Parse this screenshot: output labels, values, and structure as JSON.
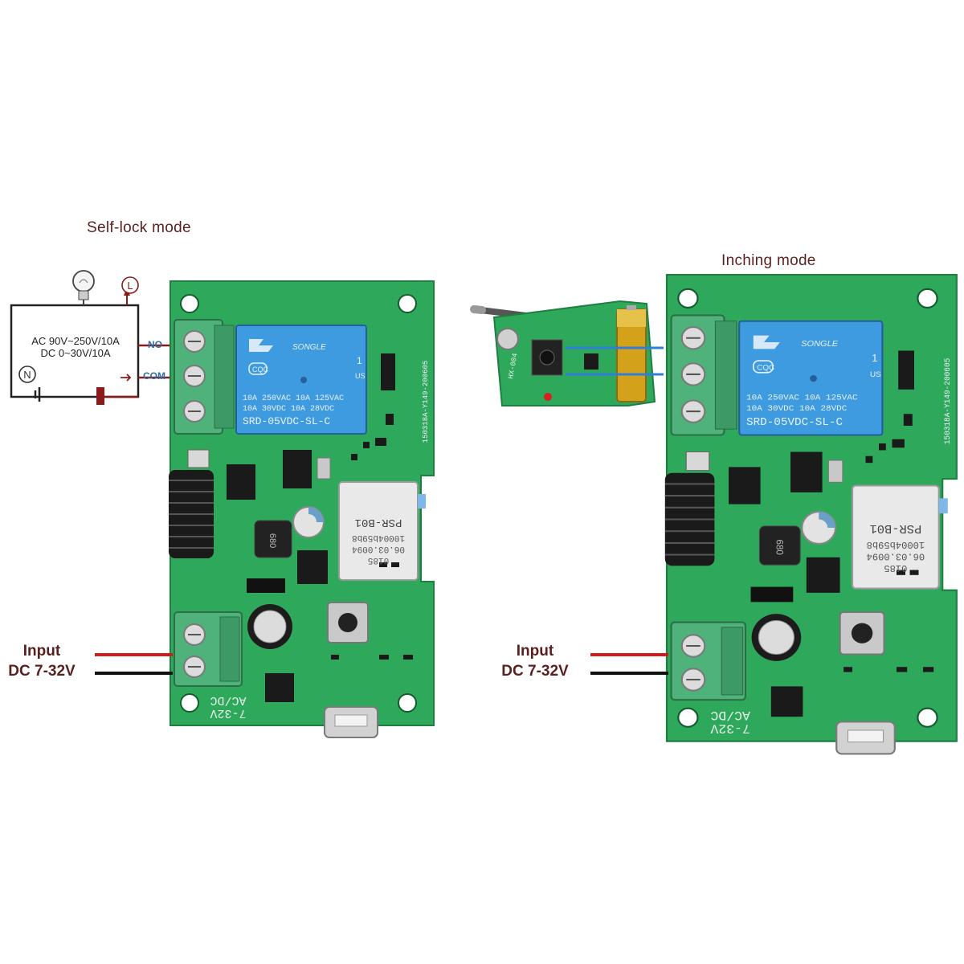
{
  "captions": {
    "left_mode": "Self-lock mode",
    "right_mode": "Inching mode"
  },
  "wiring": {
    "rating_ac": "AC 90V~250V/10A",
    "rating_dc": "DC 0~30V/10A",
    "live_symbol": "L",
    "neutral_symbol": "N",
    "no_label": "NO",
    "com_label": "COM"
  },
  "input": {
    "line1": "Input",
    "line2": "DC 7-32V"
  },
  "board": {
    "relay_brand": "SONGLE",
    "relay_cqc": "CQC",
    "relay_line1": "10A 250VAC  10A 125VAC",
    "relay_line2": "10A 30VDC  10A 28VDC",
    "relay_model": "SRD-05VDC-SL-C",
    "relay_num": "1",
    "relay_ul": "US",
    "module_line1": "0185",
    "module_line2": "06.03.0094",
    "module_line3": "10004b59b8",
    "module_line4": "PSR-B01",
    "silkscreen_voltage": "7-32V",
    "silkscreen_acdc": "AC/DC",
    "side_code": "150318A-Y149-200605",
    "inductor_code": "680"
  },
  "remote": {
    "label": "HX-004"
  },
  "colors": {
    "pcb_green": "#2ea85a",
    "terminal_green": "#4fb27a",
    "relay_blue": "#3f9be0",
    "wire_red": "#d11a1a",
    "wire_black": "#111111",
    "blue_wire": "#2f7fd8",
    "caption_color": "#5a1f1f"
  }
}
